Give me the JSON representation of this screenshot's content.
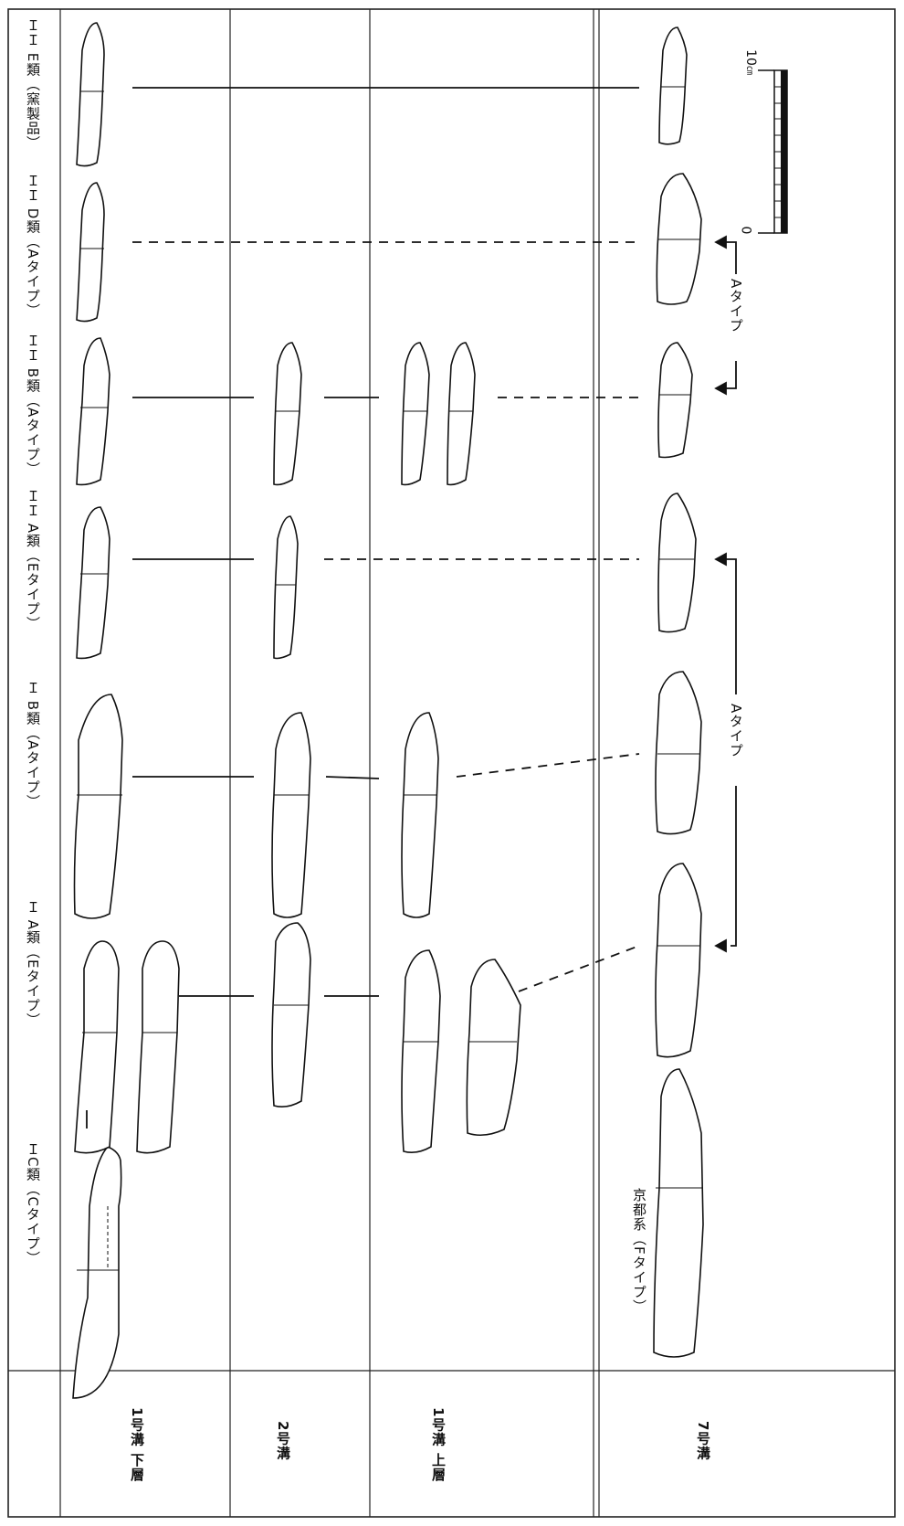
{
  "columns": [
    {
      "id": "ic",
      "label": "ＩC類（Cタイプ）"
    },
    {
      "id": "ia",
      "label": "Ｉ A類（Eタイプ）"
    },
    {
      "id": "ib",
      "label": "Ｉ B類（Aタイプ）"
    },
    {
      "id": "iia",
      "label": "ＩＩ A類（Eタイプ）"
    },
    {
      "id": "iib",
      "label": "ＩＩ B類（Aタイプ）"
    },
    {
      "id": "iid",
      "label": "ＩＩ D類（Aタイプ）"
    },
    {
      "id": "iie",
      "label": "ＩＩ E類（窯製品）"
    }
  ],
  "rows": [
    {
      "id": "r1",
      "label": "1号溝 下層"
    },
    {
      "id": "r2",
      "label": "2号溝"
    },
    {
      "id": "r3",
      "label": "1号溝 上層"
    },
    {
      "id": "r4",
      "label": "7号溝"
    }
  ],
  "annotations": {
    "kyoto": "京都系（Fタイプ）",
    "a_type_left": "Aタイプ",
    "a_type_right": "Aタイプ"
  },
  "scale": {
    "zero": "0",
    "ten": "10",
    "unit": "㎝"
  }
}
